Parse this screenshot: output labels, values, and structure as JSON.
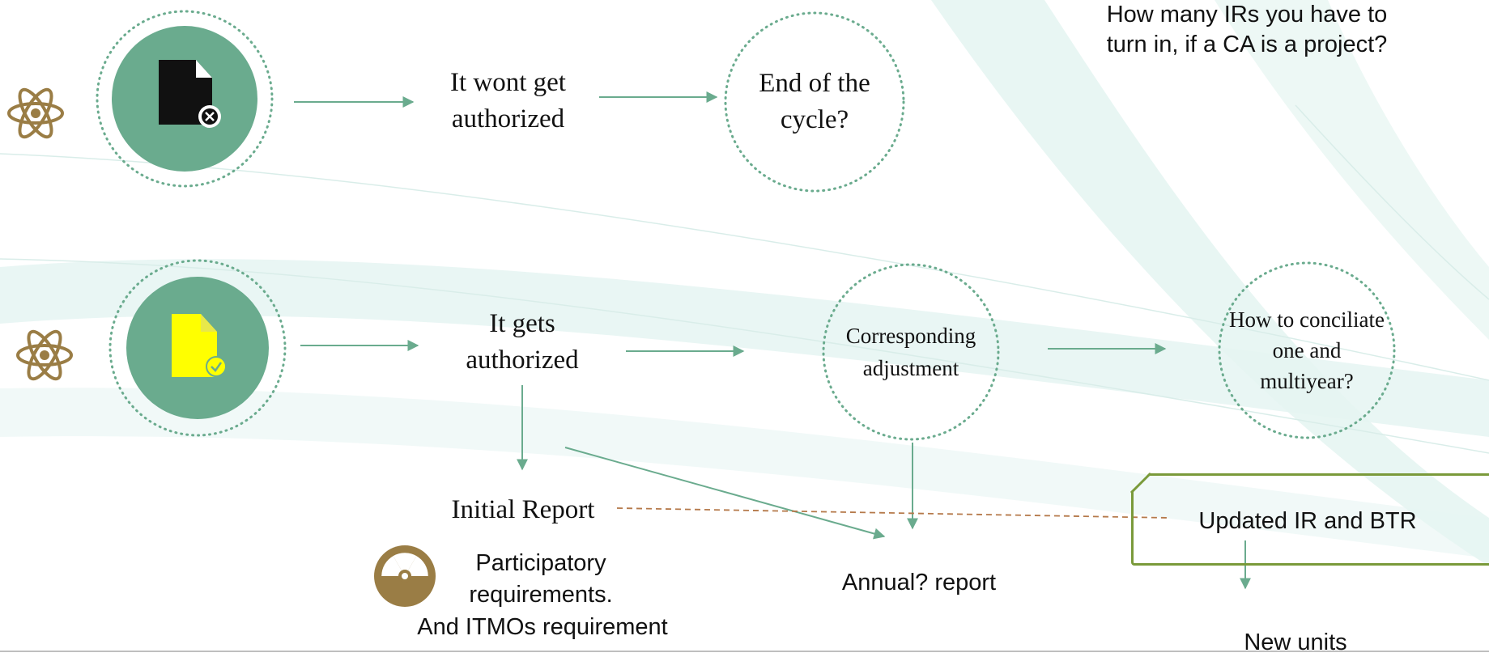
{
  "colors": {
    "accent_green": "#6aab8e",
    "circle_fill": "#6aab8e",
    "dotted_ring": "#6aab8e",
    "icon_brown": "#9a7d45",
    "doc_yellow": "#ffff00",
    "box_border": "#7a9a3a",
    "dashed_connector": "#b5794a"
  },
  "icons": {
    "atom_top": "atom-icon",
    "atom_bottom": "atom-icon",
    "doc_rejected": "document-rejected-icon",
    "doc_approved": "document-approved-icon",
    "radiation": "radiation-icon"
  },
  "nodes": {
    "wont_get_authorized": "It wont get authorized",
    "end_of_cycle": "End of the cycle?",
    "how_many_irs": "How many IRs you have to turn in, if a CA is a project?",
    "gets_authorized": "It gets authorized",
    "corresponding_adjustment": "Corresponding adjustment",
    "conciliate": "How to conciliate one and multiyear?",
    "initial_report": "Initial Report",
    "updated_ir_btr": "Updated IR and BTR",
    "annual_report": "Annual? report",
    "participatory_line1": "Participatory",
    "participatory_line2": "requirements.",
    "itmos_requirement": "And ITMOs requirement",
    "new_units": "New units"
  }
}
